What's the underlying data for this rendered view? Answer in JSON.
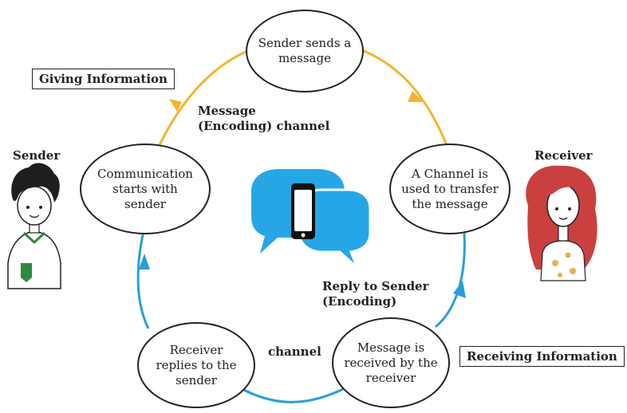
{
  "colors": {
    "top_arc": "#f2b52c",
    "bottom_arc": "#2a9fd6",
    "bubble_blue": "#27a6e6",
    "outline": "#222222"
  },
  "boxes": {
    "giving": "Giving Information",
    "receiving": "Receiving Information"
  },
  "people": {
    "sender": "Sender",
    "receiver": "Receiver"
  },
  "labels": {
    "message_channel": "Message\n(Encoding) channel",
    "reply": "Reply to Sender\n(Encoding)",
    "channel": "channel"
  },
  "nodes": {
    "sender_sends": "Sender sends a\nmessage",
    "channel_transfer": "A Channel is\nused to transfer\nthe message",
    "message_received": "Message is\nreceived by the\nreceiver",
    "receiver_replies": "Receiver\nreplies to the\nsender",
    "communication_starts": "Communication\nstarts with\nsender"
  },
  "icons": {
    "center": "chat-bubbles-phone-icon",
    "sender": "boy-avatar-icon",
    "receiver": "girl-avatar-icon"
  }
}
